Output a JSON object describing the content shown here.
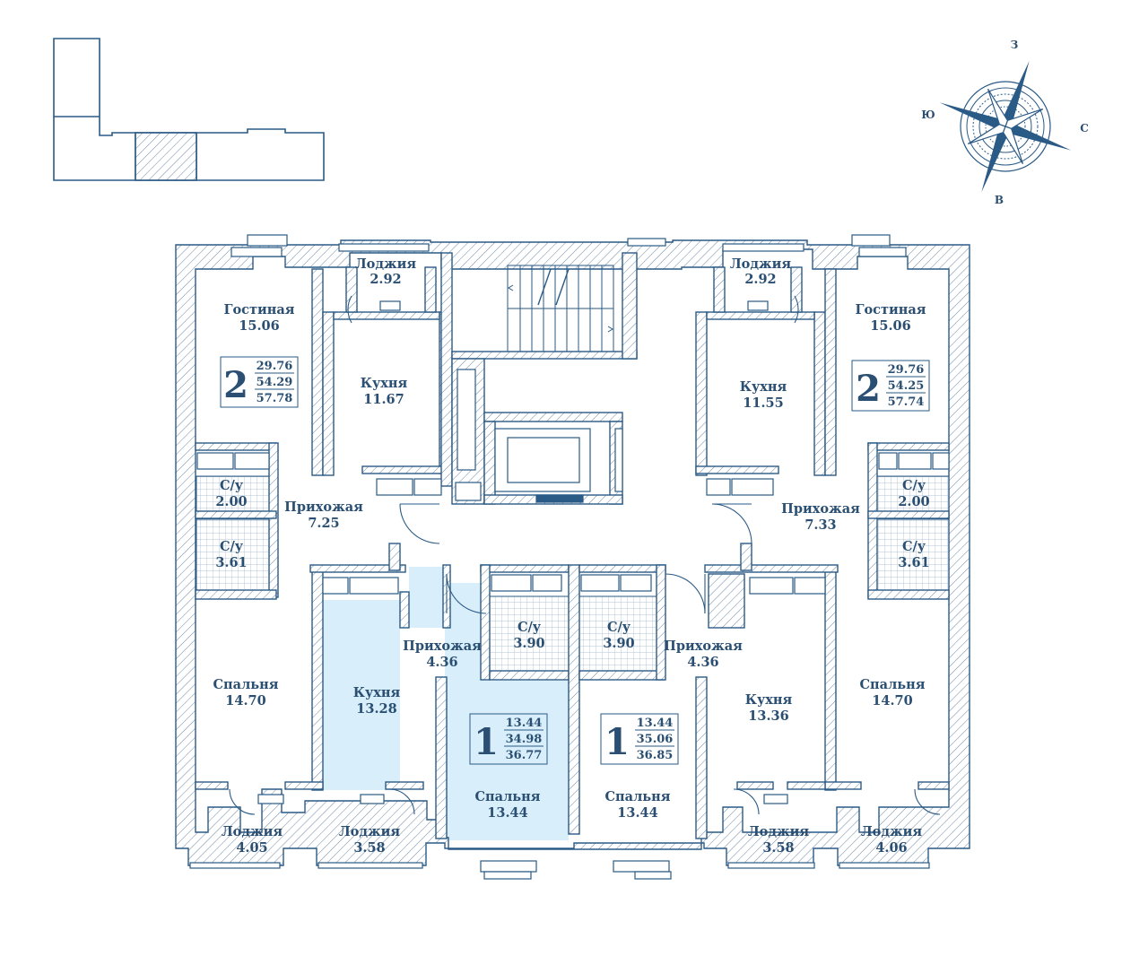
{
  "colors": {
    "line": "#2a5a86",
    "highlight": "#d8eefb",
    "text": "#2a4f72"
  },
  "compass": {
    "n": "З",
    "s": "В",
    "w": "Ю",
    "e": "С"
  },
  "units": {
    "left2": {
      "rooms": "2",
      "a": "29.76",
      "b": "54.29",
      "c": "57.78"
    },
    "right2": {
      "rooms": "2",
      "a": "29.76",
      "b": "54.25",
      "c": "57.74"
    },
    "mid1l": {
      "rooms": "1",
      "a": "13.44",
      "b": "34.98",
      "c": "36.77"
    },
    "mid1r": {
      "rooms": "1",
      "a": "13.44",
      "b": "35.06",
      "c": "36.85"
    }
  },
  "rooms": [
    {
      "id": "loggia-tl",
      "name": "Лоджия",
      "area": "2.92"
    },
    {
      "id": "loggia-tr",
      "name": "Лоджия",
      "area": "2.92"
    },
    {
      "id": "living-l",
      "name": "Гостиная",
      "area": "15.06"
    },
    {
      "id": "living-r",
      "name": "Гостиная",
      "area": "15.06"
    },
    {
      "id": "kitchen-tl",
      "name": "Кухня",
      "area": "11.67"
    },
    {
      "id": "kitchen-tr",
      "name": "Кухня",
      "area": "11.55"
    },
    {
      "id": "bath-l1",
      "name": "С/у",
      "area": "2.00"
    },
    {
      "id": "bath-l2",
      "name": "С/у",
      "area": "3.61"
    },
    {
      "id": "bath-r1",
      "name": "С/у",
      "area": "2.00"
    },
    {
      "id": "bath-r2",
      "name": "С/у",
      "area": "3.61"
    },
    {
      "id": "hall-l",
      "name": "Прихожая",
      "area": "7.25"
    },
    {
      "id": "hall-r",
      "name": "Прихожая",
      "area": "7.33"
    },
    {
      "id": "hall-ml",
      "name": "Прихожая",
      "area": "4.36"
    },
    {
      "id": "hall-mr",
      "name": "Прихожая",
      "area": "4.36"
    },
    {
      "id": "bath-ml",
      "name": "С/у",
      "area": "3.90"
    },
    {
      "id": "bath-mr",
      "name": "С/у",
      "area": "3.90"
    },
    {
      "id": "bed-l",
      "name": "Спальня",
      "area": "14.70"
    },
    {
      "id": "bed-r",
      "name": "Спальня",
      "area": "14.70"
    },
    {
      "id": "kitchen-ml",
      "name": "Кухня",
      "area": "13.28"
    },
    {
      "id": "kitchen-mr",
      "name": "Кухня",
      "area": "13.36"
    },
    {
      "id": "bed-ml",
      "name": "Спальня",
      "area": "13.44"
    },
    {
      "id": "bed-mr",
      "name": "Спальня",
      "area": "13.44"
    },
    {
      "id": "loggia-bl",
      "name": "Лоджия",
      "area": "4.05"
    },
    {
      "id": "loggia-bml",
      "name": "Лоджия",
      "area": "3.58"
    },
    {
      "id": "loggia-bmr",
      "name": "Лоджия",
      "area": "3.58"
    },
    {
      "id": "loggia-br",
      "name": "Лоджия",
      "area": "4.06"
    }
  ]
}
